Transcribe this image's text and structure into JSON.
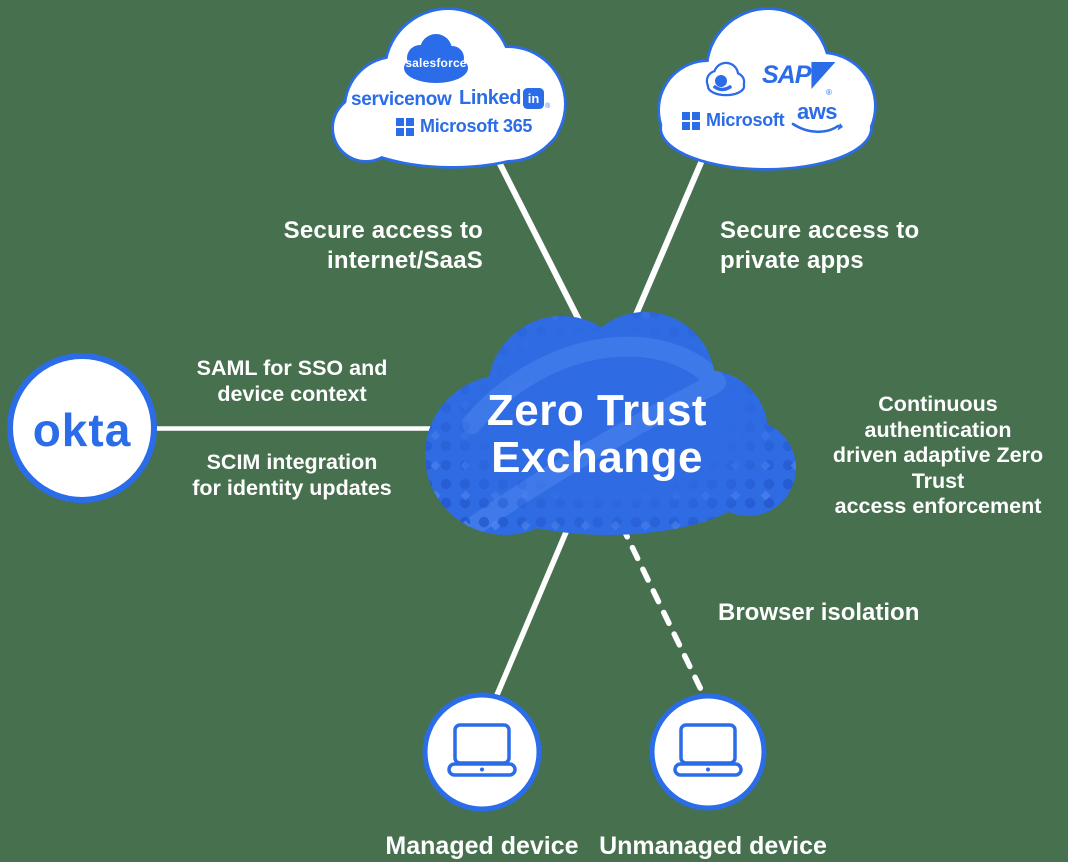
{
  "colors": {
    "background": "#47714E",
    "primary_blue": "#2B6CE8",
    "center_cloud_fill": "#2F6BE2",
    "halftone_dot_blue": "#2457CC",
    "sparkle_blue": "#5E93F5",
    "line_white": "#FFFFFF"
  },
  "center_cloud": {
    "title": "Zero Trust\nExchange"
  },
  "labels": {
    "saas": "Secure access to\ninternet/SaaS",
    "private_apps": "Secure access to\nprivate apps",
    "saml": "SAML for SSO and\ndevice context",
    "scim": "SCIM integration\nfor identity updates",
    "continuous": "Continuous authentication\ndriven adaptive Zero Trust\naccess enforcement",
    "browser_isolation": "Browser isolation",
    "managed_device": "Managed device",
    "unmanaged_device": "Unmanaged device"
  },
  "identity_provider": {
    "name": "okta"
  },
  "saas_cloud_logos": {
    "salesforce": "salesforce",
    "servicenow": "servicenow",
    "linkedin_word": "Linked",
    "linkedin_in": "in",
    "microsoft_365": "Microsoft 365",
    "registered_mark": "®"
  },
  "private_cloud_logos": {
    "sap": "SAP",
    "microsoft": "Microsoft",
    "aws": "aws",
    "registered_mark": "®"
  }
}
